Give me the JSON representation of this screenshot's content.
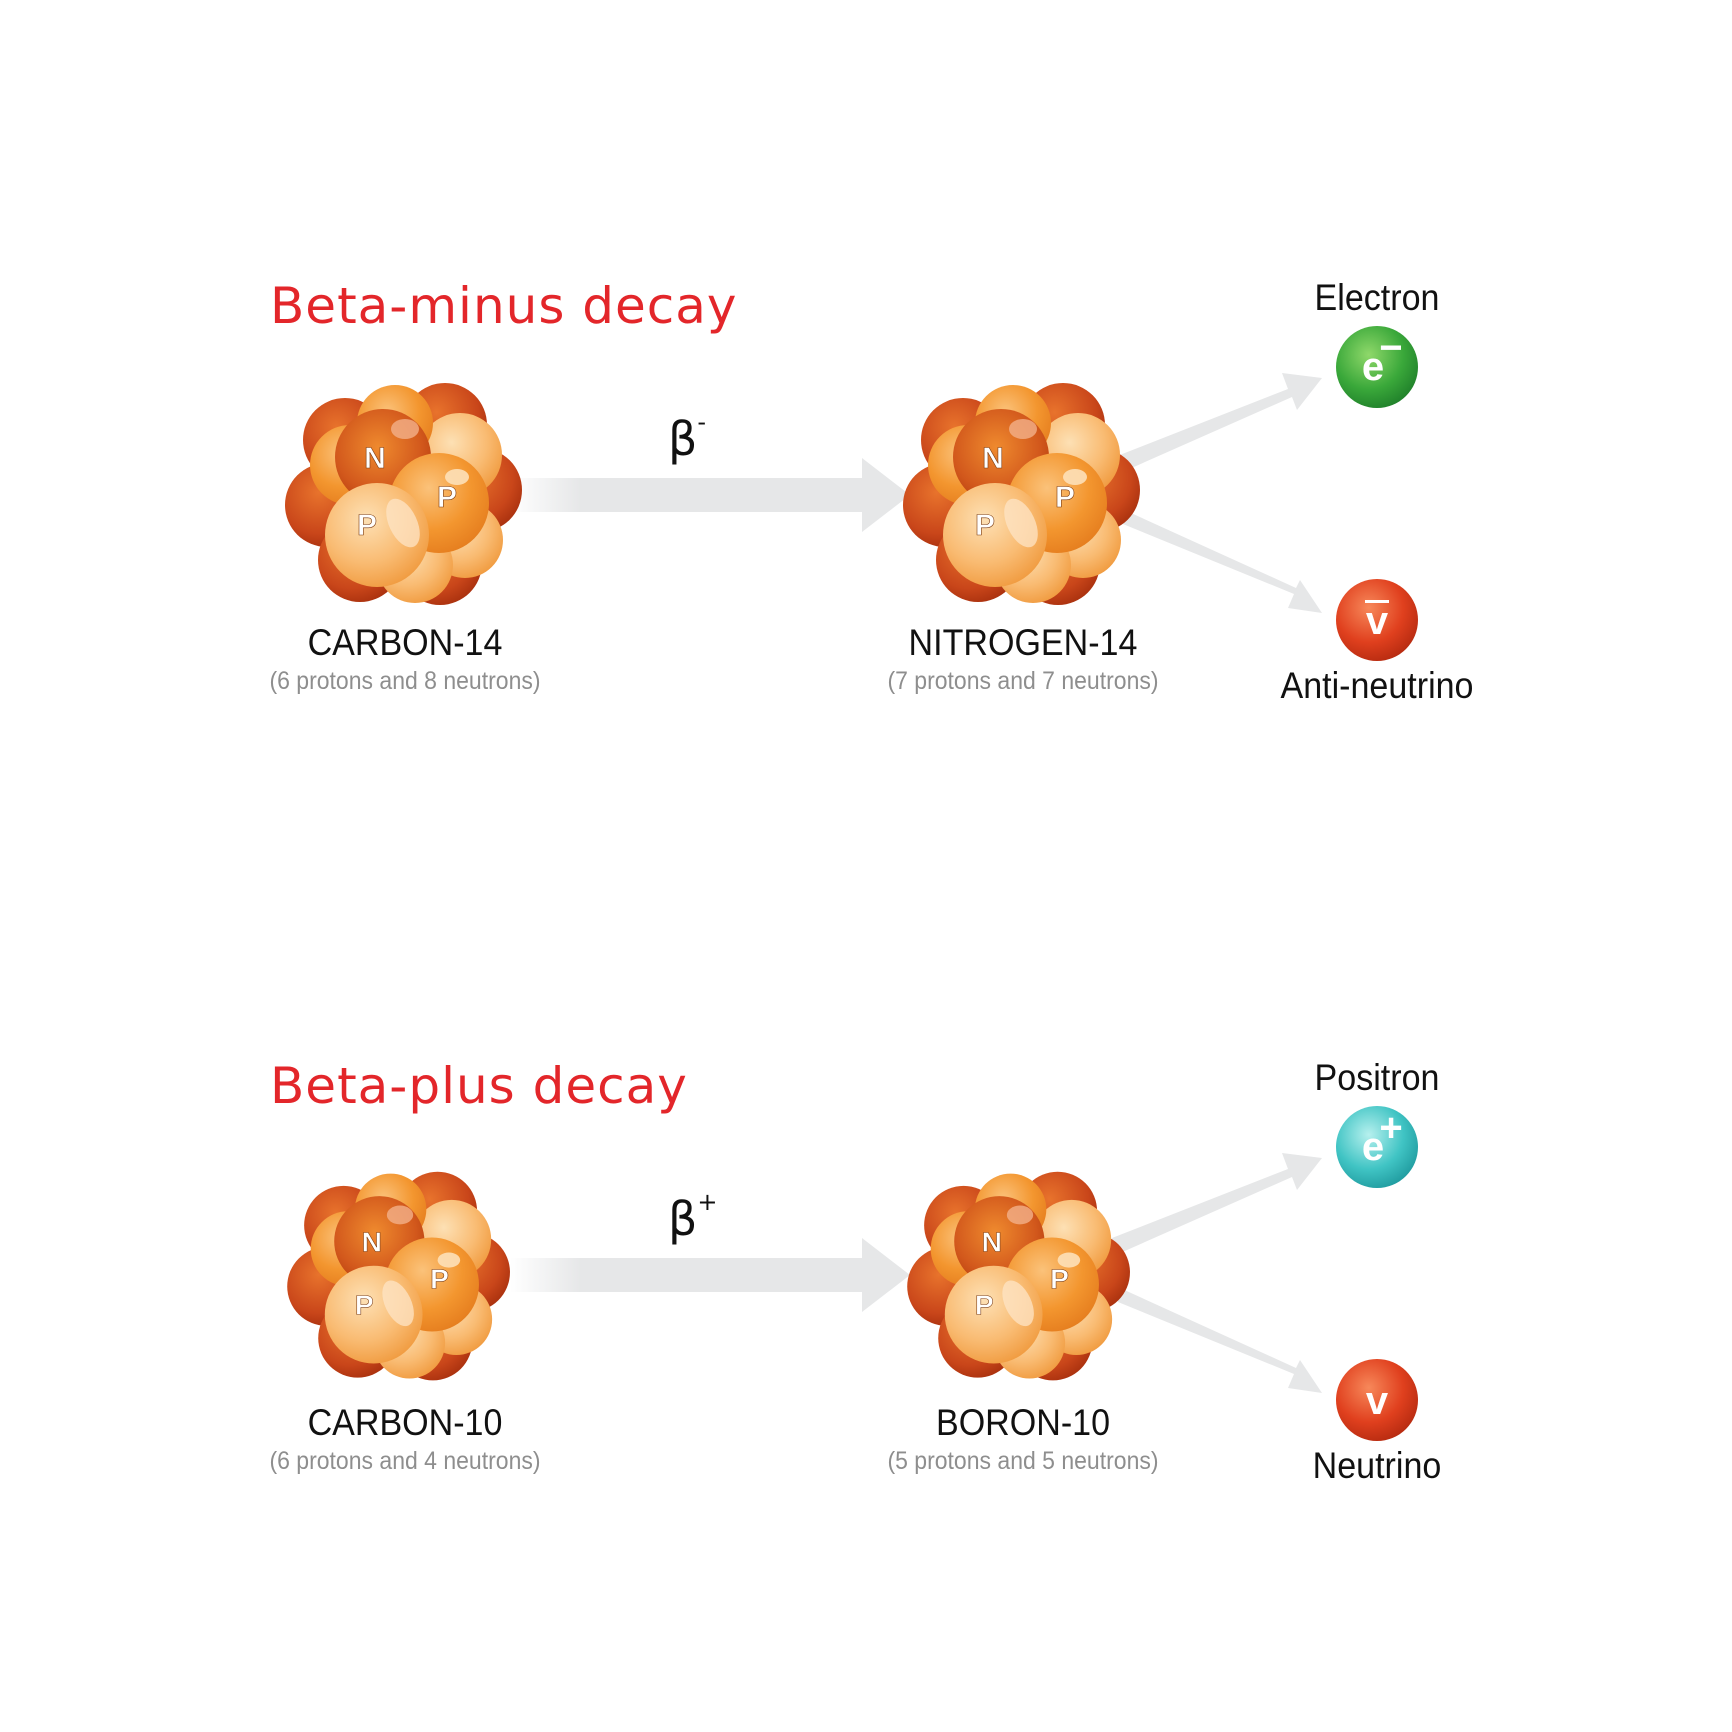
{
  "sections": [
    {
      "title": "Beta-minus decay",
      "decay_symbol": "β",
      "decay_sign": "-",
      "parent": {
        "name": "CARBON-14",
        "desc": "(6 protons and 8 neutrons)",
        "letters": [
          "N",
          "P",
          "P"
        ]
      },
      "daughter": {
        "name": "NITROGEN-14",
        "desc": "(7 protons and 7 neutrons)",
        "letters": [
          "N",
          "P",
          "P"
        ]
      },
      "particle_top": {
        "label": "Electron",
        "symbol": "e",
        "sign": "−",
        "color": "#2e9e3a"
      },
      "particle_bottom": {
        "label": "Anti-neutrino",
        "symbol": "v",
        "overline": true,
        "color": "#d8321a"
      }
    },
    {
      "title": "Beta-plus decay",
      "decay_symbol": "β",
      "decay_sign": "+",
      "parent": {
        "name": "CARBON-10",
        "desc": "(6 protons and 4 neutrons)",
        "letters": [
          "N",
          "P",
          "P"
        ]
      },
      "daughter": {
        "name": "BORON-10",
        "desc": "(5 protons and 5 neutrons)",
        "letters": [
          "N",
          "P",
          "P"
        ]
      },
      "particle_top": {
        "label": "Positron",
        "symbol": "e",
        "sign": "+",
        "color": "#2cb8b8"
      },
      "particle_bottom": {
        "label": "Neutrino",
        "symbol": "v",
        "overline": false,
        "color": "#d8321a"
      }
    }
  ],
  "colors": {
    "title": "#e3262a",
    "arrow": "#e6e7e8",
    "nucleus_dark": "#c9461a",
    "nucleus_mid": "#f0902a",
    "nucleus_light": "#f8b56a",
    "subtitle": "#8e8e8e"
  }
}
